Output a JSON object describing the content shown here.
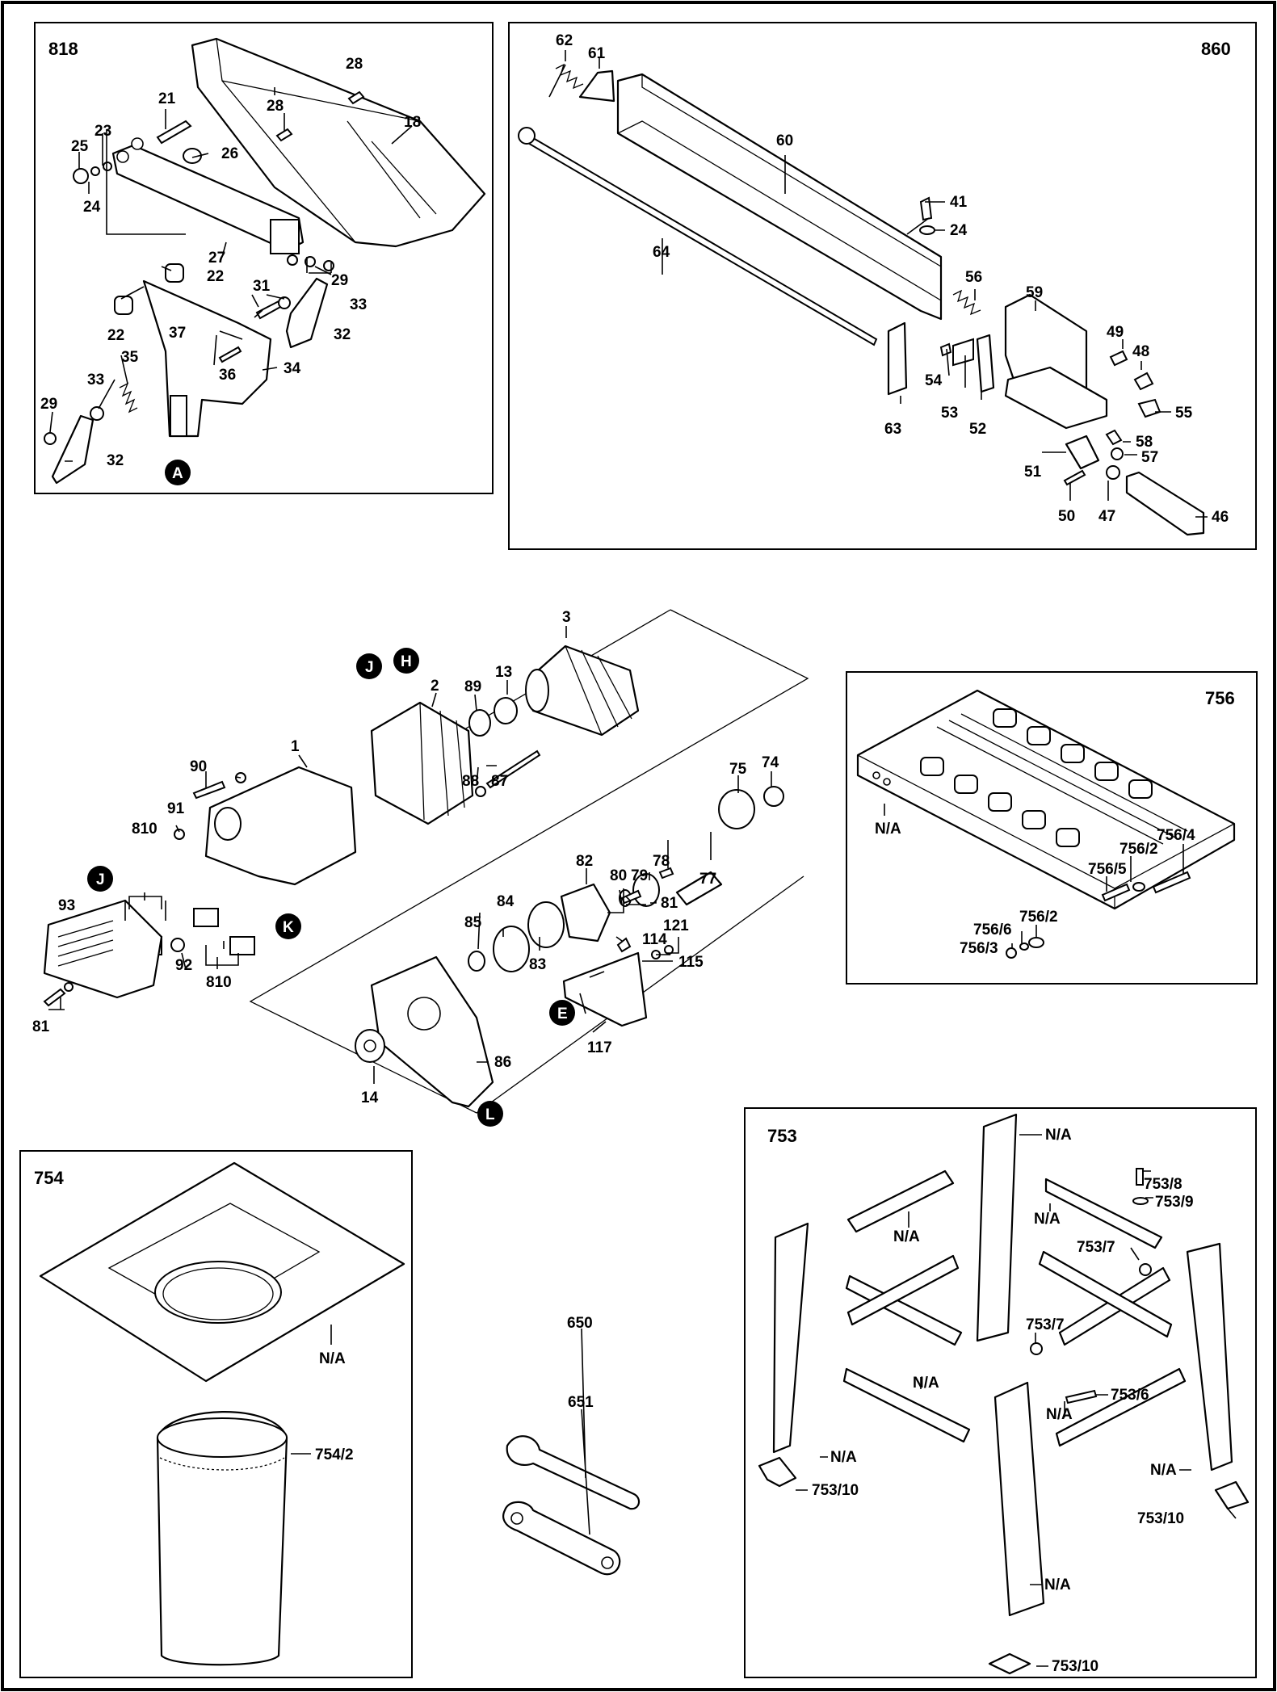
{
  "panels": {
    "p818": "818",
    "p860": "860",
    "p756": "756",
    "p754": "754",
    "p753": "753"
  },
  "markers": {
    "A": "A",
    "H": "H",
    "J": "J",
    "K": "K",
    "E": "E",
    "L": "L"
  },
  "parts": {
    "n1": "1",
    "n2": "2",
    "n3": "3",
    "n13": "13",
    "n14": "14",
    "n18": "18",
    "n21": "21",
    "n22": "22",
    "n23": "23",
    "n24": "24",
    "n25": "25",
    "n26": "26",
    "n27": "27",
    "n28": "28",
    "n29": "29",
    "n31": "31",
    "n32": "32",
    "n33": "33",
    "n34": "34",
    "n35": "35",
    "n36": "36",
    "n37": "37",
    "n41": "41",
    "n46": "46",
    "n47": "47",
    "n48": "48",
    "n49": "49",
    "n50": "50",
    "n51": "51",
    "n52": "52",
    "n53": "53",
    "n54": "54",
    "n55": "55",
    "n56": "56",
    "n57": "57",
    "n58": "58",
    "n59": "59",
    "n60": "60",
    "n61": "61",
    "n62": "62",
    "n63": "63",
    "n64": "64",
    "n74": "74",
    "n75": "75",
    "n77": "77",
    "n78": "78",
    "n79": "79",
    "n80": "80",
    "n81": "81",
    "n82": "82",
    "n83": "83",
    "n84": "84",
    "n85": "85",
    "n86": "86",
    "n87": "87",
    "n88": "88",
    "n89": "89",
    "n90": "90",
    "n91": "91",
    "n92": "92",
    "n93": "93",
    "n114": "114",
    "n115": "115",
    "n117": "117",
    "n121": "121",
    "n650": "650",
    "n651": "651",
    "n753_6": "753/6",
    "n753_7": "753/7",
    "n753_8": "753/8",
    "n753_9": "753/9",
    "n753_10": "753/10",
    "n754_2": "754/2",
    "n756_2": "756/2",
    "n756_3": "756/3",
    "n756_4": "756/4",
    "n756_5": "756/5",
    "n756_6": "756/6",
    "n810": "810",
    "na": "N/A"
  }
}
